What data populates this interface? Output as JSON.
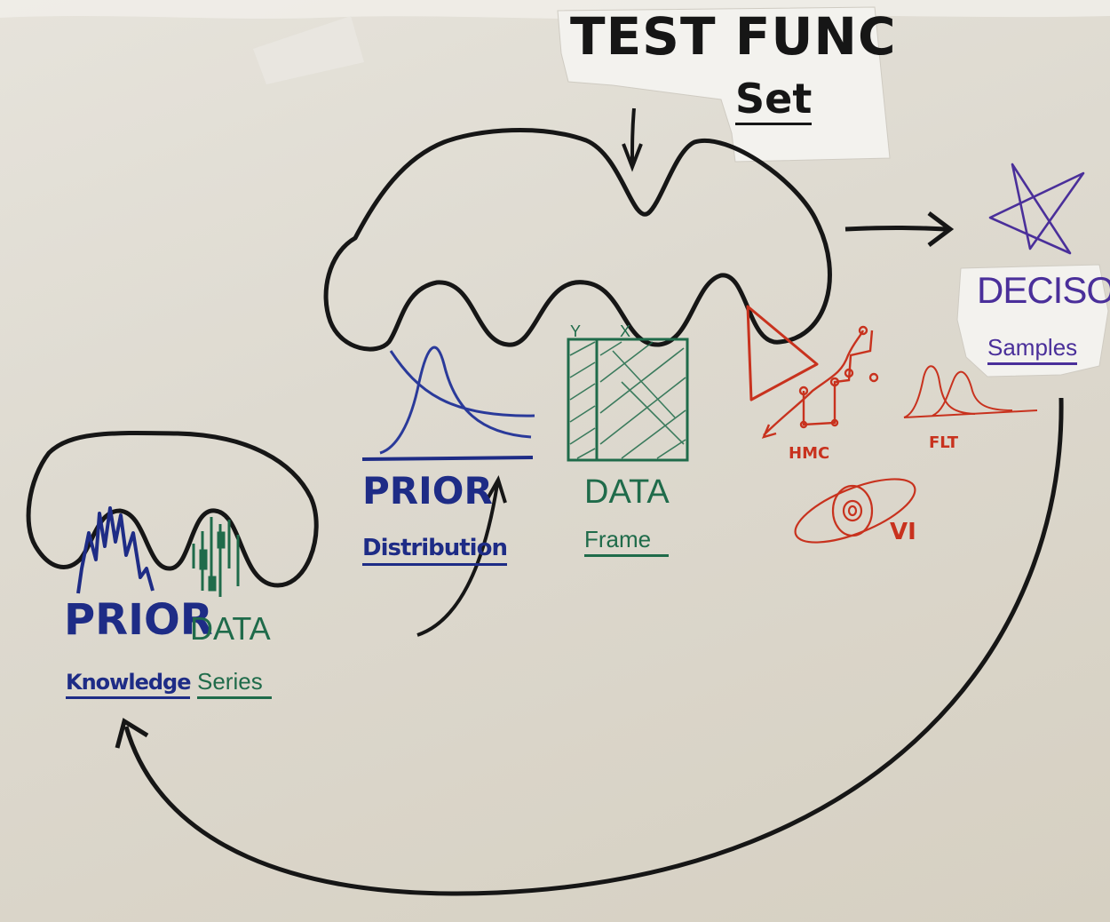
{
  "colors": {
    "ink": "#161616",
    "blue": "#1e2c86",
    "green": "#1f6b4a",
    "red": "#c8321e",
    "purple": "#4a2f9a",
    "paper": "#f1f0ec"
  },
  "header_note": {
    "line1": "TEST FUNC",
    "line2": "Set"
  },
  "decision_note": {
    "title": "DECISON",
    "subtitle": "Samples"
  },
  "prior_distribution": {
    "title": "PRIOR",
    "subtitle": "Distribution"
  },
  "data_frame": {
    "title": "DATA",
    "subtitle": "Frame",
    "col_y": "Y",
    "col_x": "X"
  },
  "prior_knowledge": {
    "title": "PRIOR",
    "subtitle": "Knowledge"
  },
  "data_series": {
    "title": "DATA",
    "subtitle": "Series"
  },
  "methods": {
    "hmc": "HMC",
    "flt": "FLT",
    "vi": "VI"
  },
  "icons": [
    "star-icon",
    "triangle-icon",
    "sampler-path-icon",
    "contour-icon",
    "density-curve-icon"
  ]
}
